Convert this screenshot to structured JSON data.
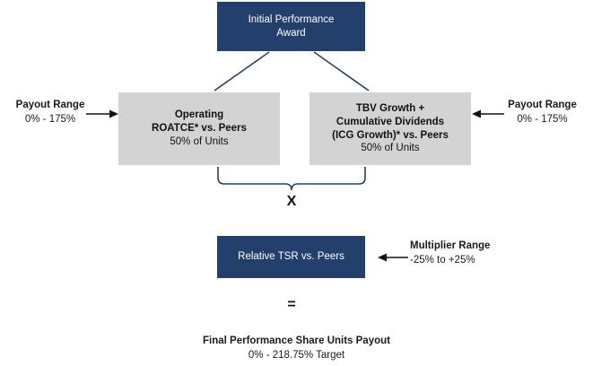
{
  "diagram": {
    "title_box": {
      "lines": [
        "Initial Performance",
        "Award"
      ]
    },
    "metric_left": {
      "line1": "Operating",
      "line2": "ROATCE* vs. Peers",
      "line3": "50% of Units"
    },
    "metric_right": {
      "line1": "TBV Growth +",
      "line2": "Cumulative Dividends",
      "line3": "(ICG Growth)* vs. Peers",
      "line4": "50% of Units"
    },
    "payout_left": {
      "title": "Payout Range",
      "value": "0% - 175%"
    },
    "payout_right": {
      "title": "Payout Range",
      "value": "0% - 175%"
    },
    "tsr_box": {
      "label": "Relative TSR vs. Peers"
    },
    "multiplier": {
      "title": "Multiplier Range",
      "value": "-25% to +25%"
    },
    "operators": {
      "multiply": "X",
      "equals": "="
    },
    "footer": {
      "line1": "Final Performance Share Units Payout",
      "line2": "0% - 218.75% Target"
    },
    "colors": {
      "navy": "#22406b",
      "gray": "#d3d3d3",
      "text_dark": "#111111",
      "text_light": "#ffffff"
    }
  }
}
